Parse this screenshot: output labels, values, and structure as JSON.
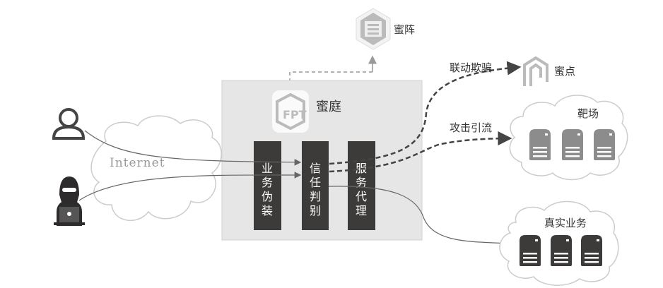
{
  "nodes": {
    "mizhen": "蜜阵",
    "miting": "蜜庭",
    "midian": "蜜点",
    "bachang": "靶场",
    "real_business": "真实业务",
    "internet": "Internet"
  },
  "modules": [
    {
      "label": [
        "业",
        "务",
        "伪",
        "装"
      ]
    },
    {
      "label": [
        "信",
        "任",
        "判",
        "别"
      ]
    },
    {
      "label": [
        "服",
        "务",
        "代",
        "理"
      ]
    }
  ],
  "edges": {
    "linkage_deception": "联动欺骗",
    "attack_diversion": "攻击引流"
  },
  "colors": {
    "box": "#e6e6e6",
    "module": "#3d3a3a",
    "decoy_server": "#8c8c8c",
    "real_server": "#3d3a3a",
    "dashed": "#555555"
  }
}
